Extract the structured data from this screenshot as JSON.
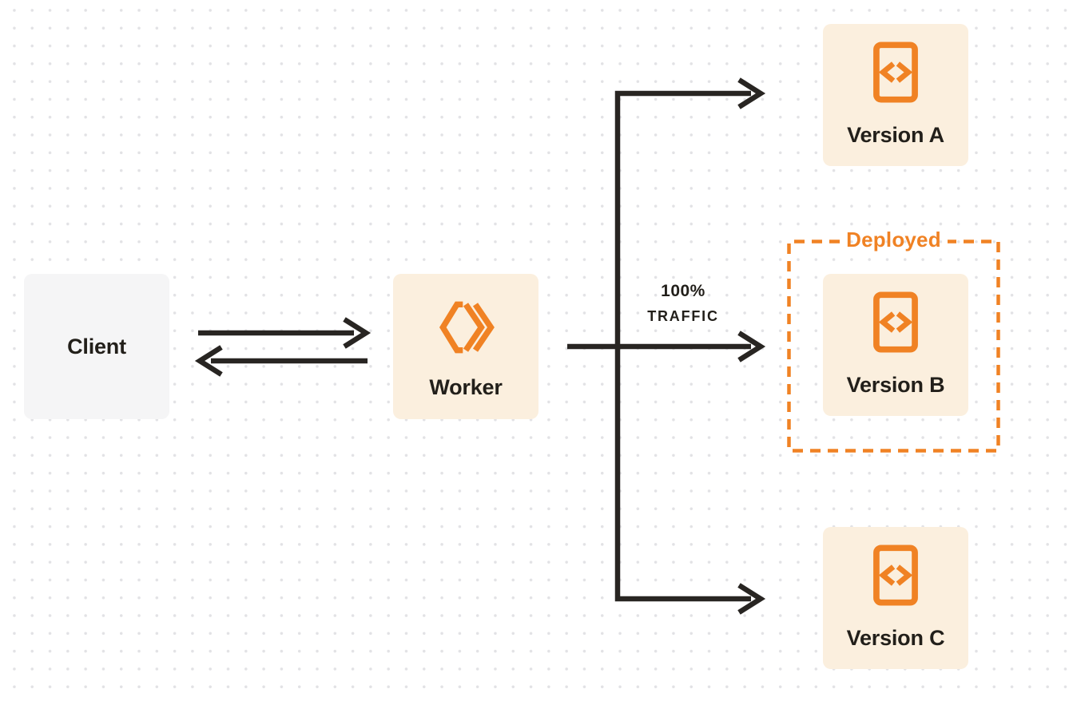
{
  "diagram": {
    "client": {
      "label": "Client"
    },
    "worker": {
      "label": "Worker",
      "icon": "cloudflare-workers-icon"
    },
    "traffic": {
      "line1": "100%",
      "line2": "TRAFFIC"
    },
    "deployed": {
      "label": "Deployed"
    },
    "versions": [
      {
        "label": "Version A",
        "icon": "code-file-icon"
      },
      {
        "label": "Version B",
        "icon": "code-file-icon",
        "inside_deployed_region": true
      },
      {
        "label": "Version C",
        "icon": "code-file-icon"
      }
    ],
    "colors": {
      "accent_orange": "#F08224",
      "cream_fill": "#FBEFDE",
      "client_gray_fill": "#F5F5F6",
      "connector_dark": "#282522",
      "label_dark": "#221F1A",
      "grid_dot": "#E2E2E5",
      "background": "#FFFFFF"
    }
  }
}
